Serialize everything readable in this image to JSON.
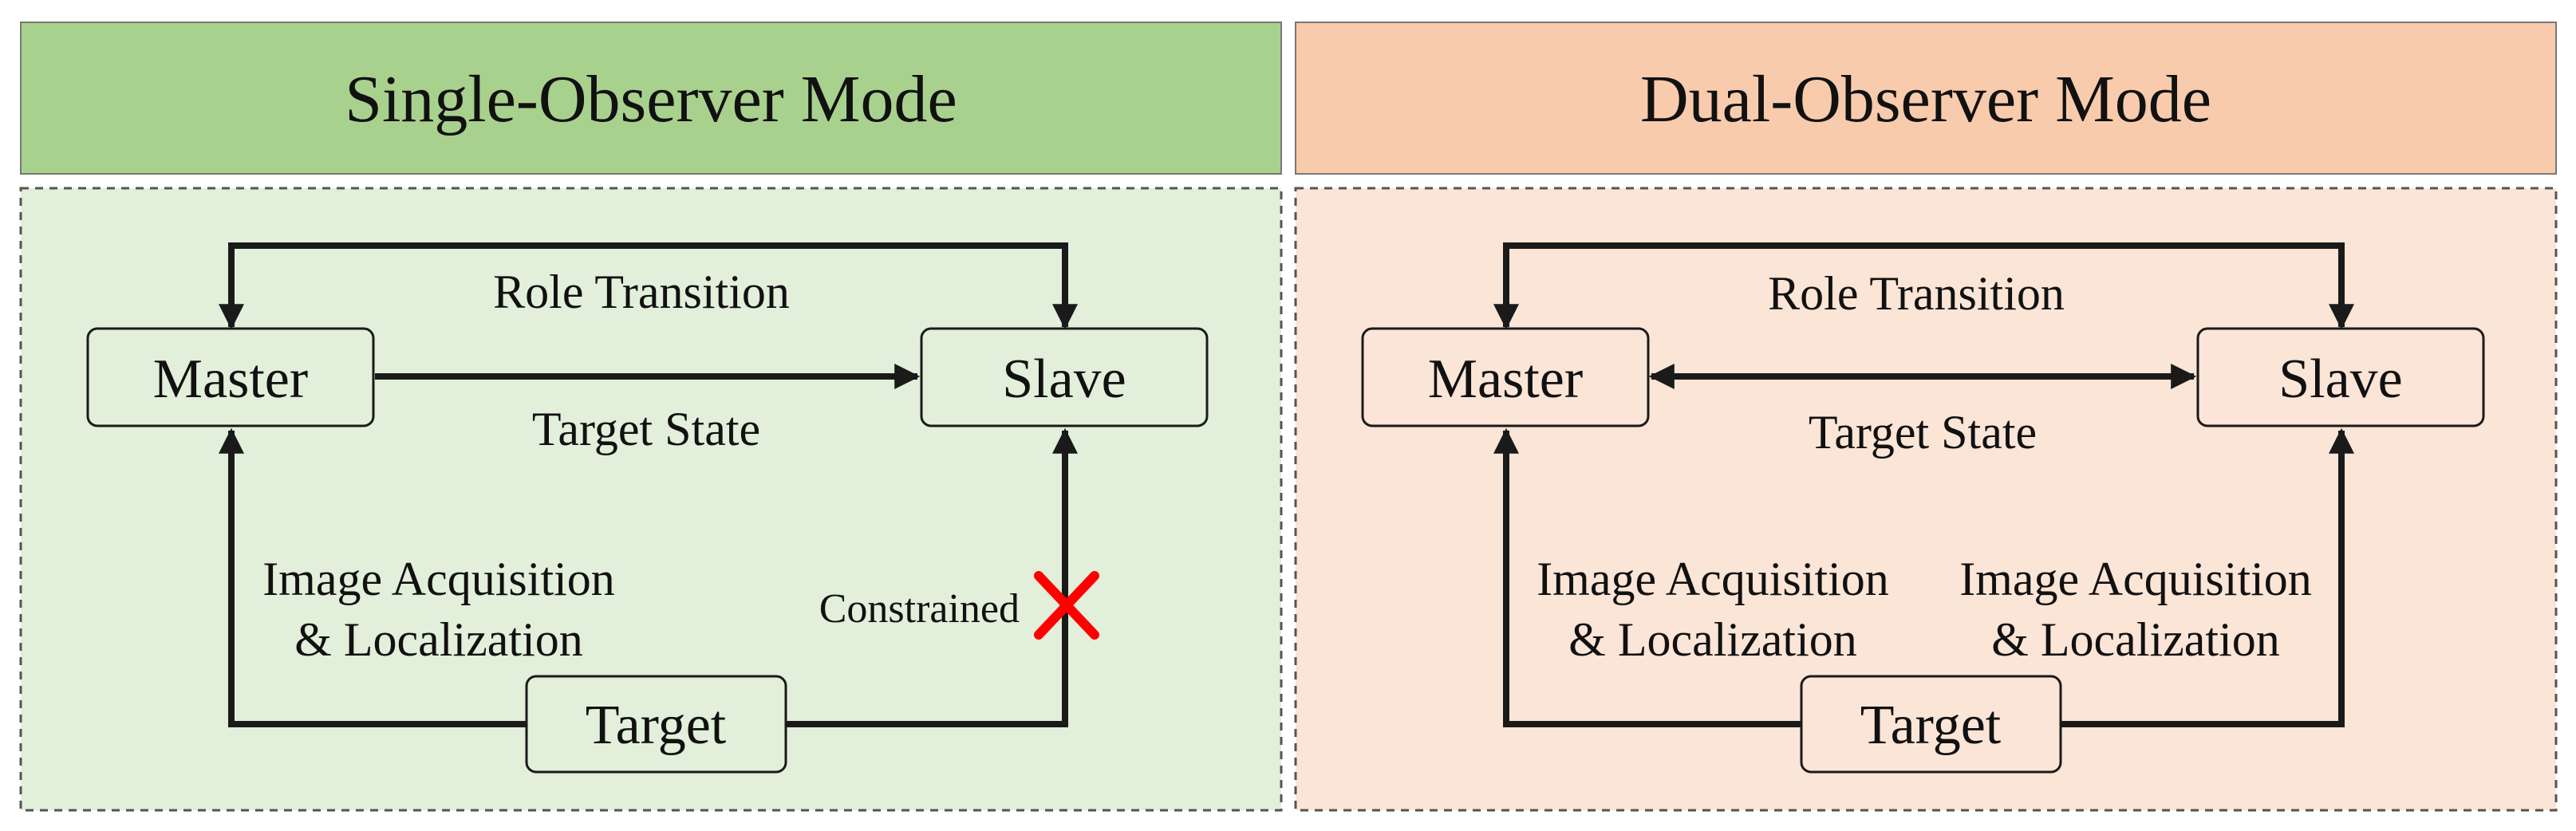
{
  "panels": {
    "single": {
      "title": "Single-Observer Mode",
      "master": "Master",
      "slave": "Slave",
      "target": "Target",
      "role_transition": "Role Transition",
      "target_state": "Target State",
      "acq_line1": "Image Acquisition",
      "acq_line2": "& Localization",
      "constrained": "Constrained",
      "colors": {
        "header": "#a9d18e",
        "body": "#e2efda"
      }
    },
    "dual": {
      "title": "Dual-Observer Mode",
      "master": "Master",
      "slave": "Slave",
      "target": "Target",
      "role_transition": "Role Transition",
      "target_state": "Target State",
      "acq_left_line1": "Image Acquisition",
      "acq_left_line2": "& Localization",
      "acq_right_line1": "Image Acquisition",
      "acq_right_line2": "& Localization",
      "colors": {
        "header": "#f8cbad",
        "body": "#fbe5d6"
      }
    }
  },
  "icons": {
    "constraint_marker": "red-x-icon"
  },
  "colors": {
    "line": "#1a1a1a",
    "cross": "#ff0000",
    "border": "#555555"
  }
}
